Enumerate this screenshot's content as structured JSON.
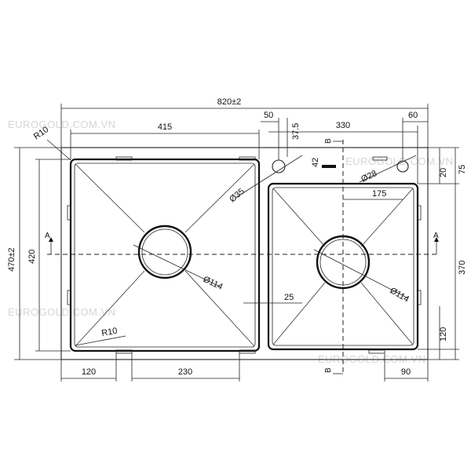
{
  "watermarks": [
    "EUROGOLD.COM.VN",
    "EUROGOLD.COM.VN",
    "EUROGOLD.COM.VN",
    "EUROGOLD.COM.VN"
  ],
  "dimensions": {
    "overall_width": "820±2",
    "left_bowl_width": "415",
    "tap_offset_left": "50",
    "tap_offset_right": "60",
    "tap_hole_spacing": "37.5",
    "right_bowl_width": "330",
    "tap_hole_dia_left": "Ø35",
    "tap_hole_dia_right": "Ø28",
    "tap_hole_depth": "42",
    "right_tap_offset": "175",
    "right_top_75": "75",
    "right_top_20": "20",
    "right_height": "370",
    "right_bottom_120": "120",
    "overall_height": "470±2",
    "left_height": "420",
    "corner_radius_top": "R10",
    "corner_radius_bottom": "R10",
    "drain_left": "Ø114",
    "drain_right": "Ø114",
    "bridge_offset": "25",
    "bottom_left_120": "120",
    "bottom_230": "230",
    "bottom_right_90": "90"
  },
  "section_labels": {
    "a_left": "A",
    "a_right": "A",
    "b_top": "B",
    "b_bottom": "B"
  }
}
